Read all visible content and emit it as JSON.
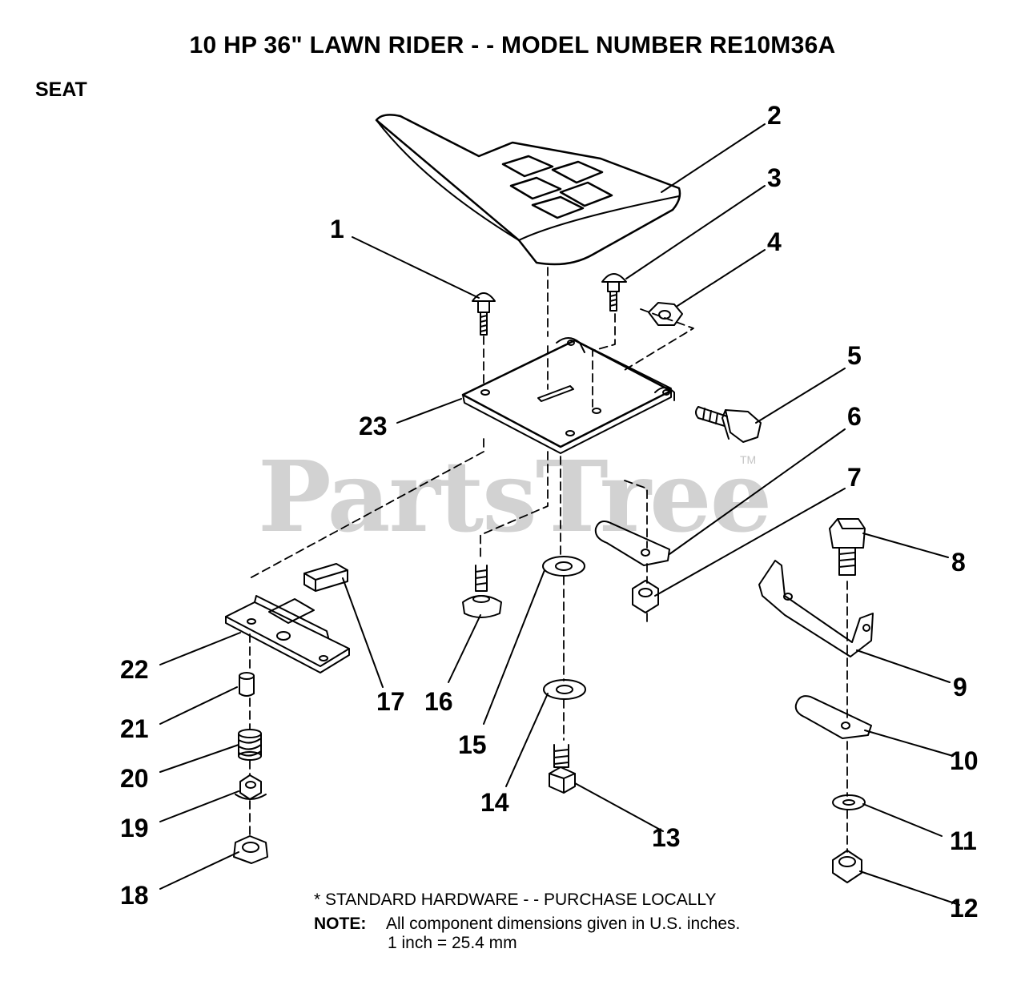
{
  "header": {
    "title": "10 HP 36\" LAWN RIDER - - MODEL NUMBER RE10M36A",
    "section": "SEAT"
  },
  "watermark": {
    "text": "PartsTree",
    "tm": "TM"
  },
  "callouts": [
    "1",
    "2",
    "3",
    "4",
    "5",
    "6",
    "7",
    "8",
    "9",
    "10",
    "11",
    "12",
    "13",
    "14",
    "15",
    "16",
    "17",
    "18",
    "19",
    "20",
    "21",
    "22",
    "23"
  ],
  "notes": {
    "hardware": "* STANDARD HARDWARE - - PURCHASE LOCALLY",
    "note_label": "NOTE:",
    "note_text": "All component dimensions given in U.S. inches.",
    "conversion": "1 inch = 25.4 mm"
  },
  "colors": {
    "ink": "#000000",
    "watermark": "#d2d2d2"
  }
}
